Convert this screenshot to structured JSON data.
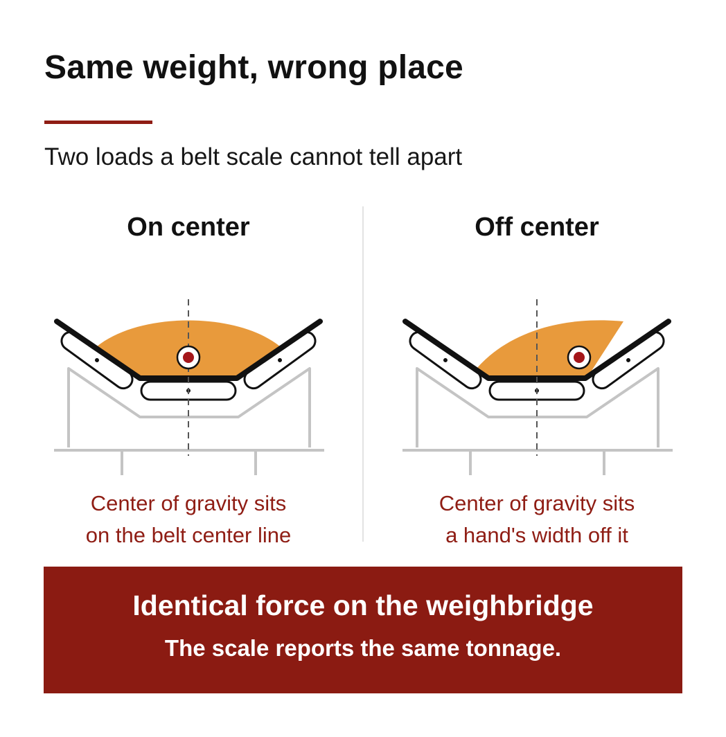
{
  "header": {
    "title": "Same weight, wrong place",
    "subtitle": "Two loads a belt scale cannot tell apart"
  },
  "panels": [
    {
      "heading": "On center",
      "caption": [
        "Center of gravity sits",
        "on the belt center line"
      ],
      "load_offset": 0
    },
    {
      "heading": "Off center",
      "caption": [
        "Center of gravity sits",
        "a hand's width off it"
      ],
      "load_offset": 1
    }
  ],
  "banner": {
    "main": "Identical force on the weighbridge",
    "sub": "The scale reports the same tonnage."
  },
  "colors": {
    "accent": "#8f1d14",
    "banner": "#8b1b12",
    "load": "#e89a3c",
    "belt": "#111111",
    "frame": "#c4c4c4"
  }
}
